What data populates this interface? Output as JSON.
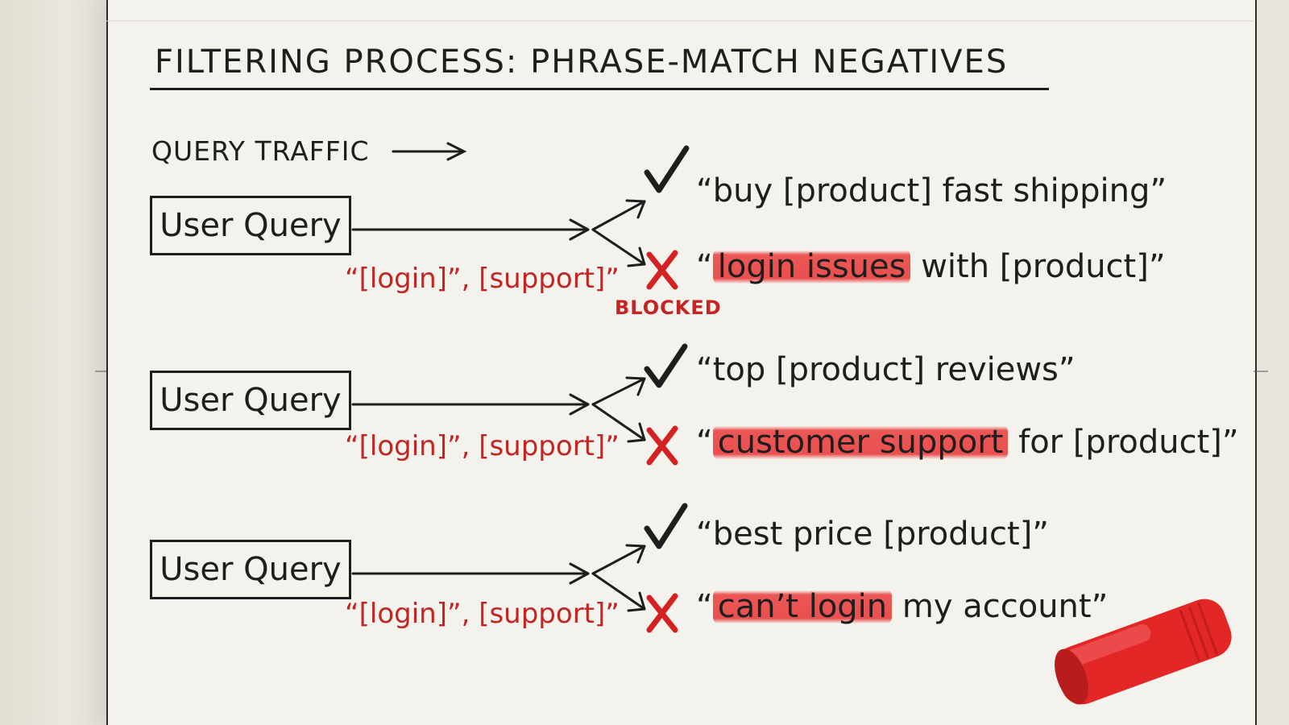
{
  "title": "FILTERING PROCESS: PHRASE-MATCH NEGATIVES",
  "traffic_label": "QUERY TRAFFIC",
  "blocked_label": "BLOCKED",
  "rows": [
    {
      "box_label": "User Query",
      "negatives": "“[login]”, [support]”",
      "allowed": {
        "open": "“",
        "text": "buy [product] fast shipping",
        "close": "”"
      },
      "blocked": {
        "open": "“",
        "highlight": "login issues",
        "rest": " with [product]",
        "close": "”"
      }
    },
    {
      "box_label": "User Query",
      "negatives": "“[login]”, [support]”",
      "allowed": {
        "open": "“",
        "text": "top [product] reviews",
        "close": "”"
      },
      "blocked": {
        "open": "“",
        "highlight": "customer support",
        "rest": " for [product]",
        "close": "”"
      }
    },
    {
      "box_label": "User Query",
      "negatives": "“[login]”, [support]”",
      "allowed": {
        "open": "“",
        "text": "best price [product]",
        "close": "”"
      },
      "blocked": {
        "open": "“",
        "highlight": "can’t login",
        "rest": " my account",
        "close": "”"
      }
    }
  ],
  "colors": {
    "ink": "#1e1e1e",
    "red": "#c42424",
    "highlight": "#e82c2c",
    "marker": "#e32626"
  }
}
